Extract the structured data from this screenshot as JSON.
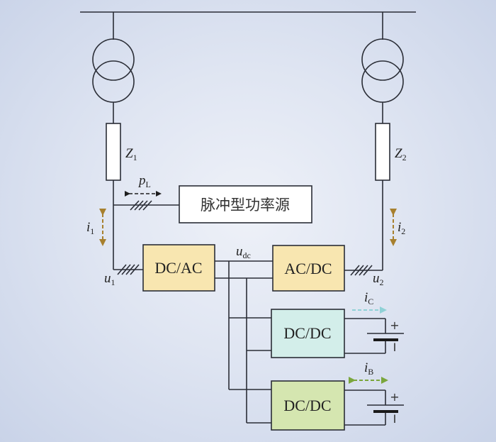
{
  "diagram": {
    "pulse_source_label": "脉冲型功率源",
    "converters": {
      "dc_ac": "DC/AC",
      "ac_dc": "AC/DC",
      "dc_dc_top": "DC/DC",
      "dc_dc_bottom": "DC/DC"
    },
    "impedances": {
      "z1": {
        "main": "Z",
        "sub": "1"
      },
      "z2": {
        "main": "Z",
        "sub": "2"
      }
    },
    "variables": {
      "pL": {
        "main": "p",
        "sub": "L"
      },
      "i1": {
        "main": "i",
        "sub": "1"
      },
      "i2": {
        "main": "i",
        "sub": "2"
      },
      "u1": {
        "main": "u",
        "sub": "1"
      },
      "u2": {
        "main": "u",
        "sub": "2"
      },
      "udc": {
        "main": "u",
        "sub": "dc"
      },
      "iC": {
        "main": "i",
        "sub": "C"
      },
      "iB": {
        "main": "i",
        "sub": "B"
      }
    },
    "battery_markers": {
      "plus": "+",
      "minus": "I"
    },
    "colors": {
      "wire": "#2a2d36",
      "dc_ac_fill": "#f8e6b0",
      "ac_dc_fill": "#f8e6b0",
      "dc_dc_top_fill": "#d3eeea",
      "dc_dc_bottom_fill": "#d5e6b0",
      "i_grid_arrow": "#a7802e",
      "iC_arrow": "#8fd1d6",
      "iB_arrow": "#7aa63c",
      "pL_arrow": "#1e1e1e"
    }
  }
}
